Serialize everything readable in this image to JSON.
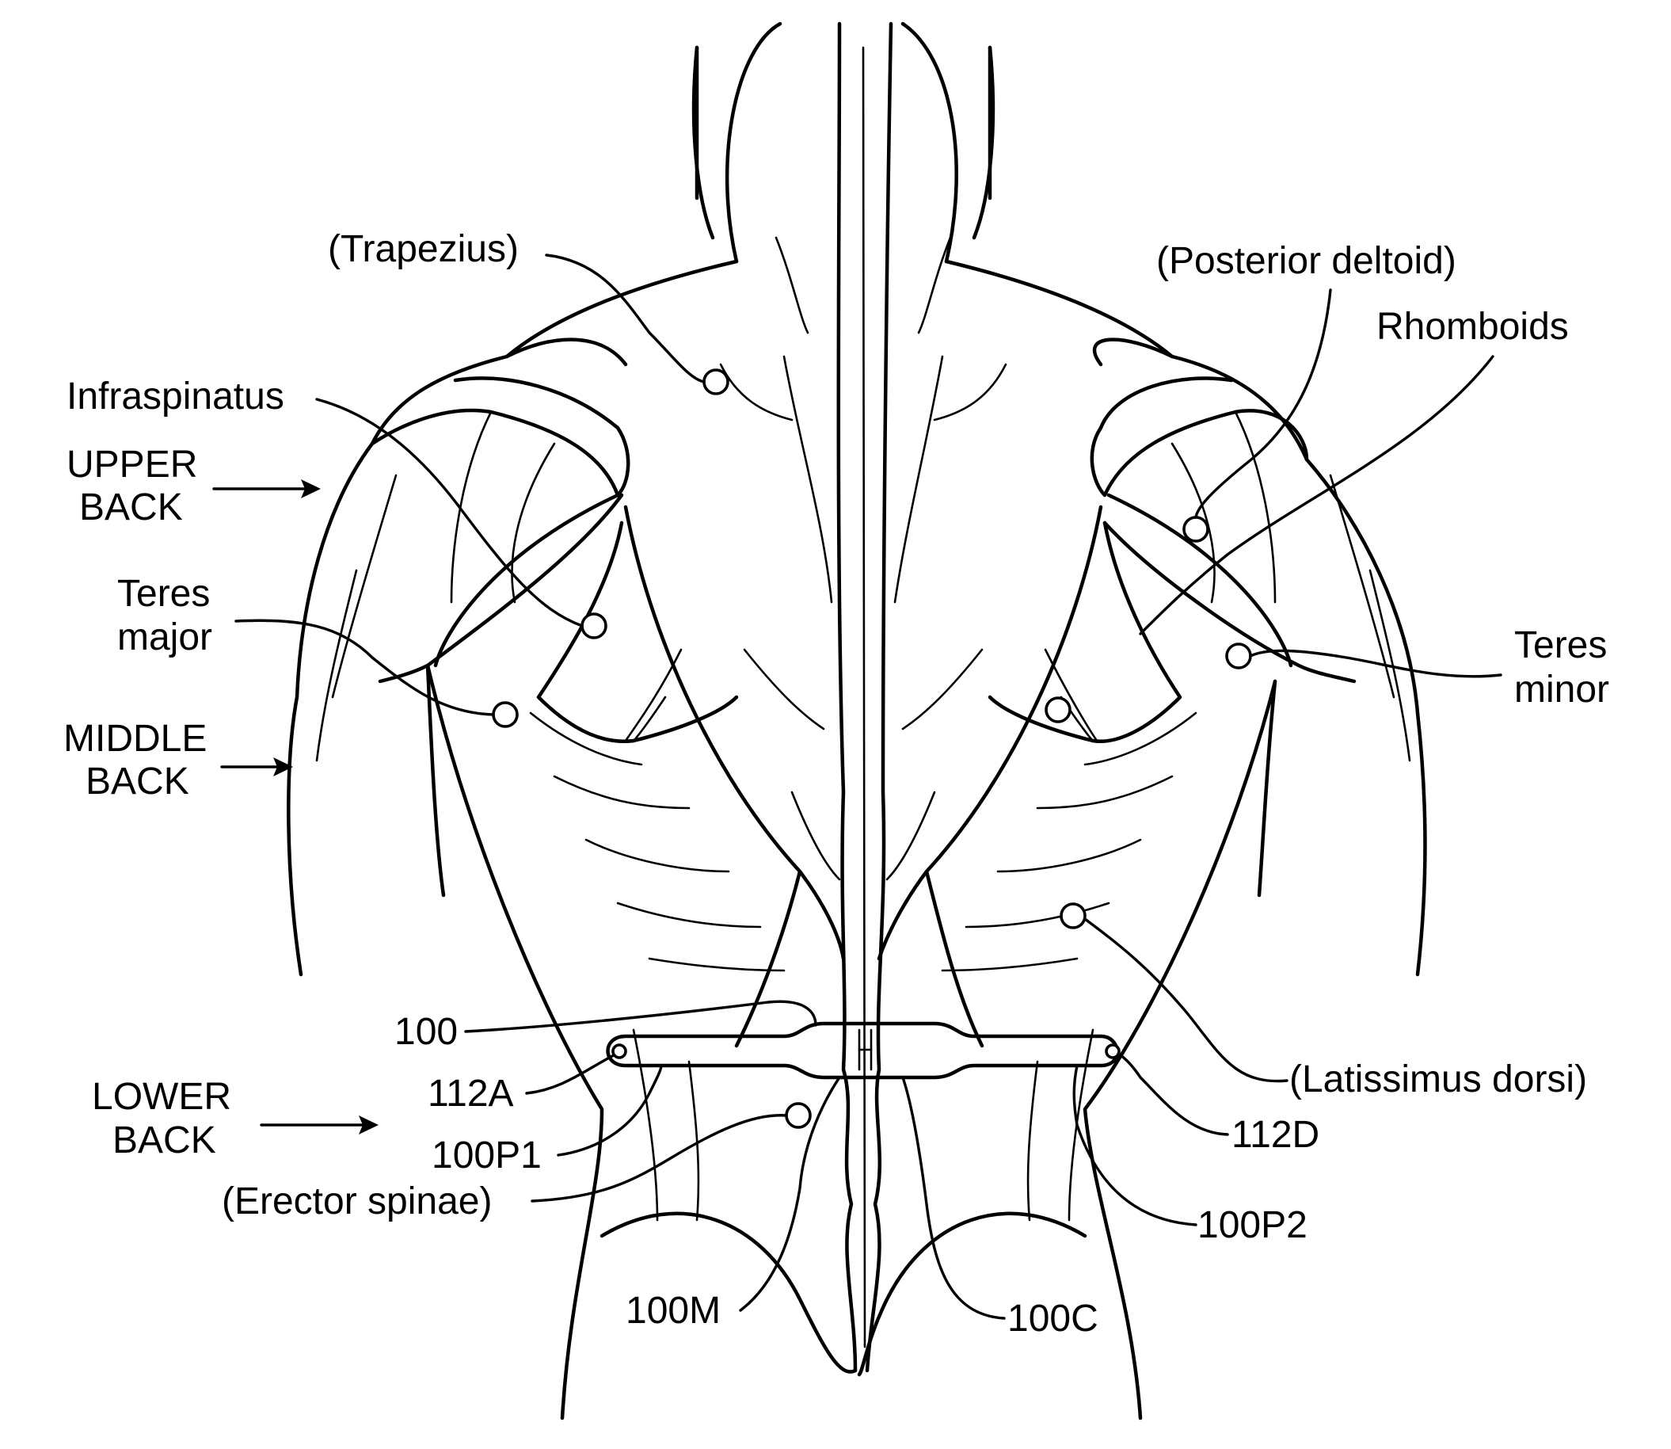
{
  "regions": {
    "upper_back": [
      "UPPER",
      "BACK"
    ],
    "middle_back": [
      "MIDDLE",
      "BACK"
    ],
    "lower_back": [
      "LOWER",
      "BACK"
    ]
  },
  "muscles": {
    "trapezius": "(Trapezius)",
    "posterior_deltoid": "(Posterior deltoid)",
    "rhomboids": "Rhomboids",
    "infraspinatus": "Infraspinatus",
    "teres_major": [
      "Teres",
      "major"
    ],
    "teres_minor": [
      "Teres",
      "minor"
    ],
    "latissimus_dorsi": "(Latissimus dorsi)",
    "erector_spinae": "(Erector spinae)"
  },
  "references": {
    "device": "100",
    "end_a": "112A",
    "end_d": "112D",
    "pad_1": "100P1",
    "pad_2": "100P2",
    "middle": "100M",
    "connector": "100C"
  },
  "colors": {
    "line": "#000000",
    "background": "#ffffff"
  }
}
